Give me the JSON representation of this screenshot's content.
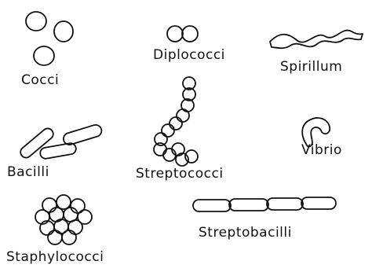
{
  "labels": {
    "cocci": "Cocci",
    "diplococci": "Diplococci",
    "spirillum": "Spirillum",
    "bacilli": "Bacilli",
    "streptococci": "Streptococci",
    "vibrio": "Vibrio",
    "staphylococci": "Staphylococci",
    "streptobacilli": "Streptobacilli"
  }
}
